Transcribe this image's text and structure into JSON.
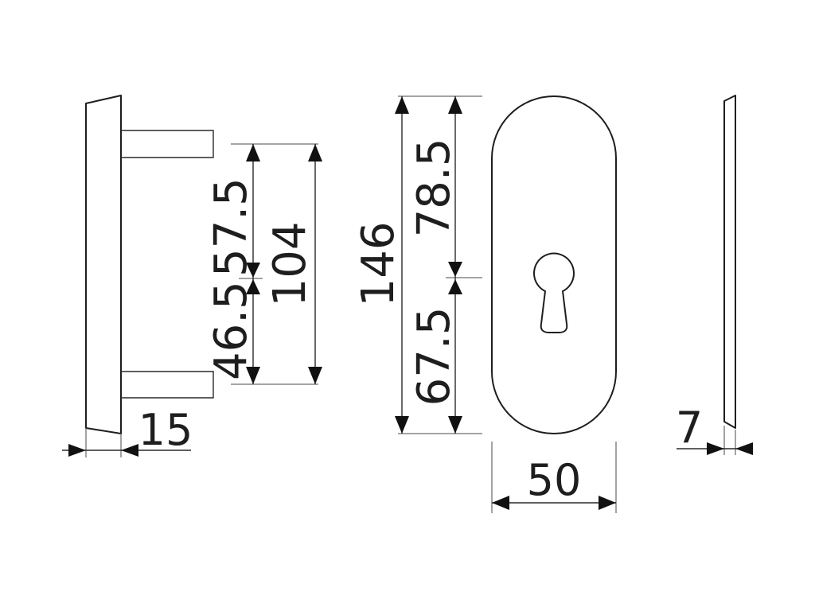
{
  "dimensions": {
    "d15": "15",
    "d46_5": "46.5",
    "d57_5": "57.5",
    "d104": "104",
    "d146": "146",
    "d78_5": "78.5",
    "d67_5": "67.5",
    "d50": "50",
    "d7": "7"
  },
  "colors": {
    "line": "#1e1e1e",
    "background": "#ffffff"
  }
}
